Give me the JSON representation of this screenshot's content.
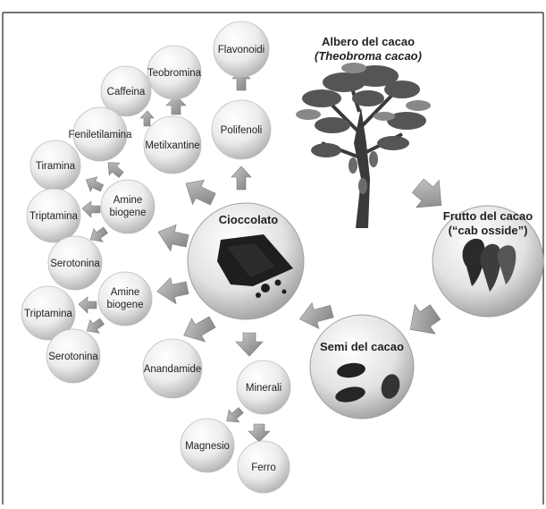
{
  "tree": {
    "title": "Albero del cacao",
    "subtitle": "(Theobroma cacao)"
  },
  "nodes": {
    "cioccolato": "Cioccolato",
    "frutto_line1": "Frutto del cacao",
    "frutto_line2": "(“cab osside”)",
    "semi": "Semi del cacao",
    "flavonoidi": "Flavonoidi",
    "polifenoli": "Polifenoli",
    "metilxantine": "Metilxantine",
    "teobromina": "Teobromina",
    "caffeina": "Caffeina",
    "feniletilamina": "Feniletilamina",
    "tiramina": "Tiramina",
    "amine1_line1": "Amine",
    "amine1_line2": "biogene",
    "triptamina1": "Triptamina",
    "serotonina1": "Serotonina",
    "amine2_line1": "Amine",
    "amine2_line2": "biogene",
    "triptamina2": "Triptamina",
    "serotonina2": "Serotonina",
    "anandamide": "Anandamide",
    "minerali": "Minerali",
    "magnesio": "Magnesio",
    "ferro": "Ferro"
  },
  "colors": {
    "sphere_light": "#ffffff",
    "sphere_dark": "#b8b8b8",
    "arrow": "#9a9a9a",
    "chocolate": "#1e1e1e",
    "frame": "#222222"
  }
}
